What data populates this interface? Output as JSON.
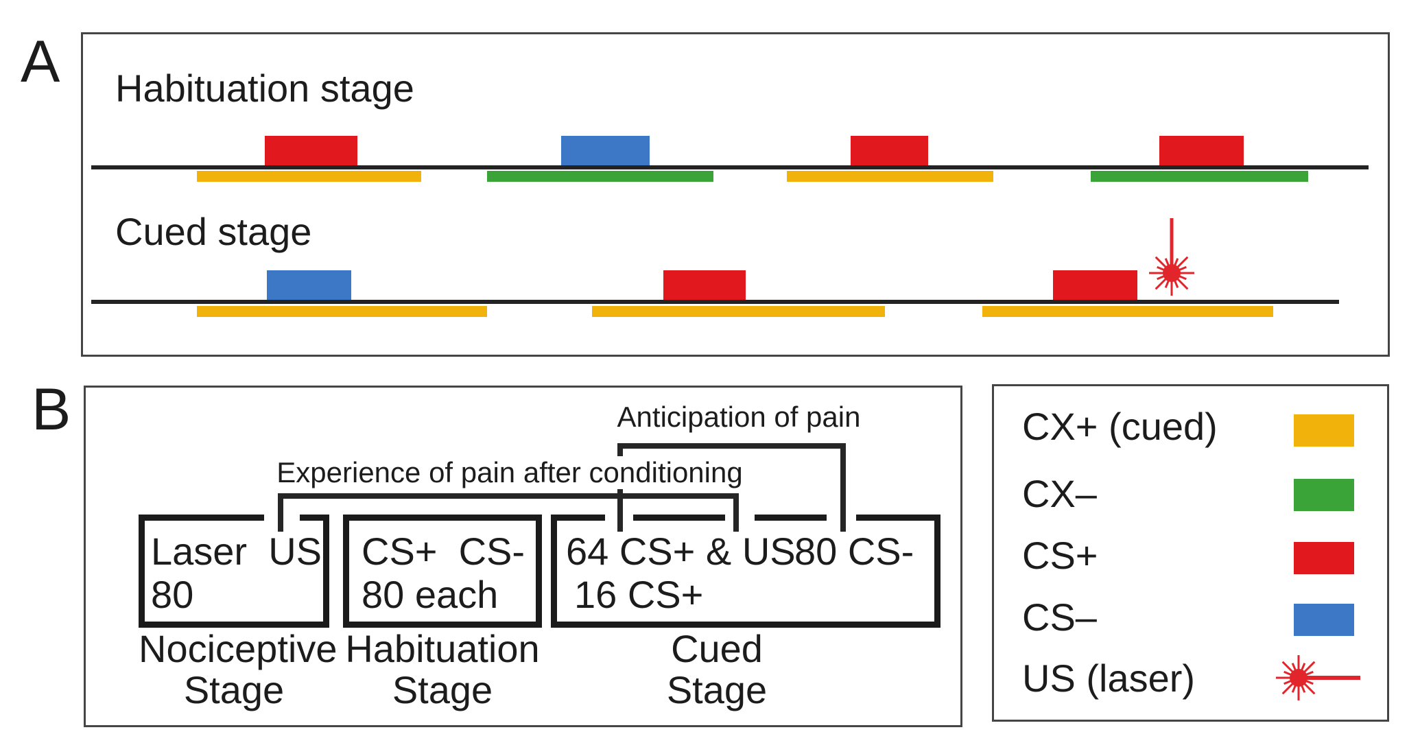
{
  "colors": {
    "cx_plus": "#F1B30B",
    "cx_minus": "#3BA438",
    "cs_plus": "#E1191F",
    "cs_minus": "#3D78C6",
    "laser": "#E2242B",
    "line": "#232323",
    "bracket": "#262626",
    "ink": "#1C1C1C"
  },
  "panel_a": {
    "label": "A",
    "habituation": {
      "title": "Habituation stage",
      "trials": [
        {
          "cs": "CS+",
          "context": "CX+ (cued)"
        },
        {
          "cs": "CS-",
          "context": "CX-"
        },
        {
          "cs": "CS+",
          "context": "CX+ (cued)"
        },
        {
          "cs": "CS+",
          "context": "CX-"
        }
      ]
    },
    "cued": {
      "title": "Cued stage",
      "trials": [
        {
          "cs": "CS-",
          "context": "CX+ (cued)"
        },
        {
          "cs": "CS+",
          "context": "CX+ (cued)"
        },
        {
          "cs": "CS+",
          "context": "CX+ (cued)",
          "us": "US (laser)"
        }
      ]
    }
  },
  "panel_b": {
    "label": "B",
    "annotations": {
      "anticipation": "Anticipation of pain",
      "experience": "Experience of pain after conditioning"
    },
    "boxes": [
      {
        "line1": "Laser  US",
        "line2": "80",
        "stage": [
          "Nociceptive",
          "Stage"
        ]
      },
      {
        "line1": "CS+  CS-",
        "line2": "80 each",
        "stage": [
          "Habituation",
          "Stage"
        ]
      },
      {
        "line1": "64 CS+ & US",
        "line2": "16 CS+",
        "line1_right": "80 CS-",
        "stage": [
          "Cued",
          "Stage"
        ]
      }
    ]
  },
  "legend": {
    "items": [
      {
        "label": "CX+ (cued)",
        "swatch": "cx_plus"
      },
      {
        "label": "CX–",
        "swatch": "cx_minus"
      },
      {
        "label": "CS+",
        "swatch": "cs_plus"
      },
      {
        "label": "CS–",
        "swatch": "cs_minus"
      },
      {
        "label": "US (laser)",
        "swatch": "laser"
      }
    ]
  }
}
